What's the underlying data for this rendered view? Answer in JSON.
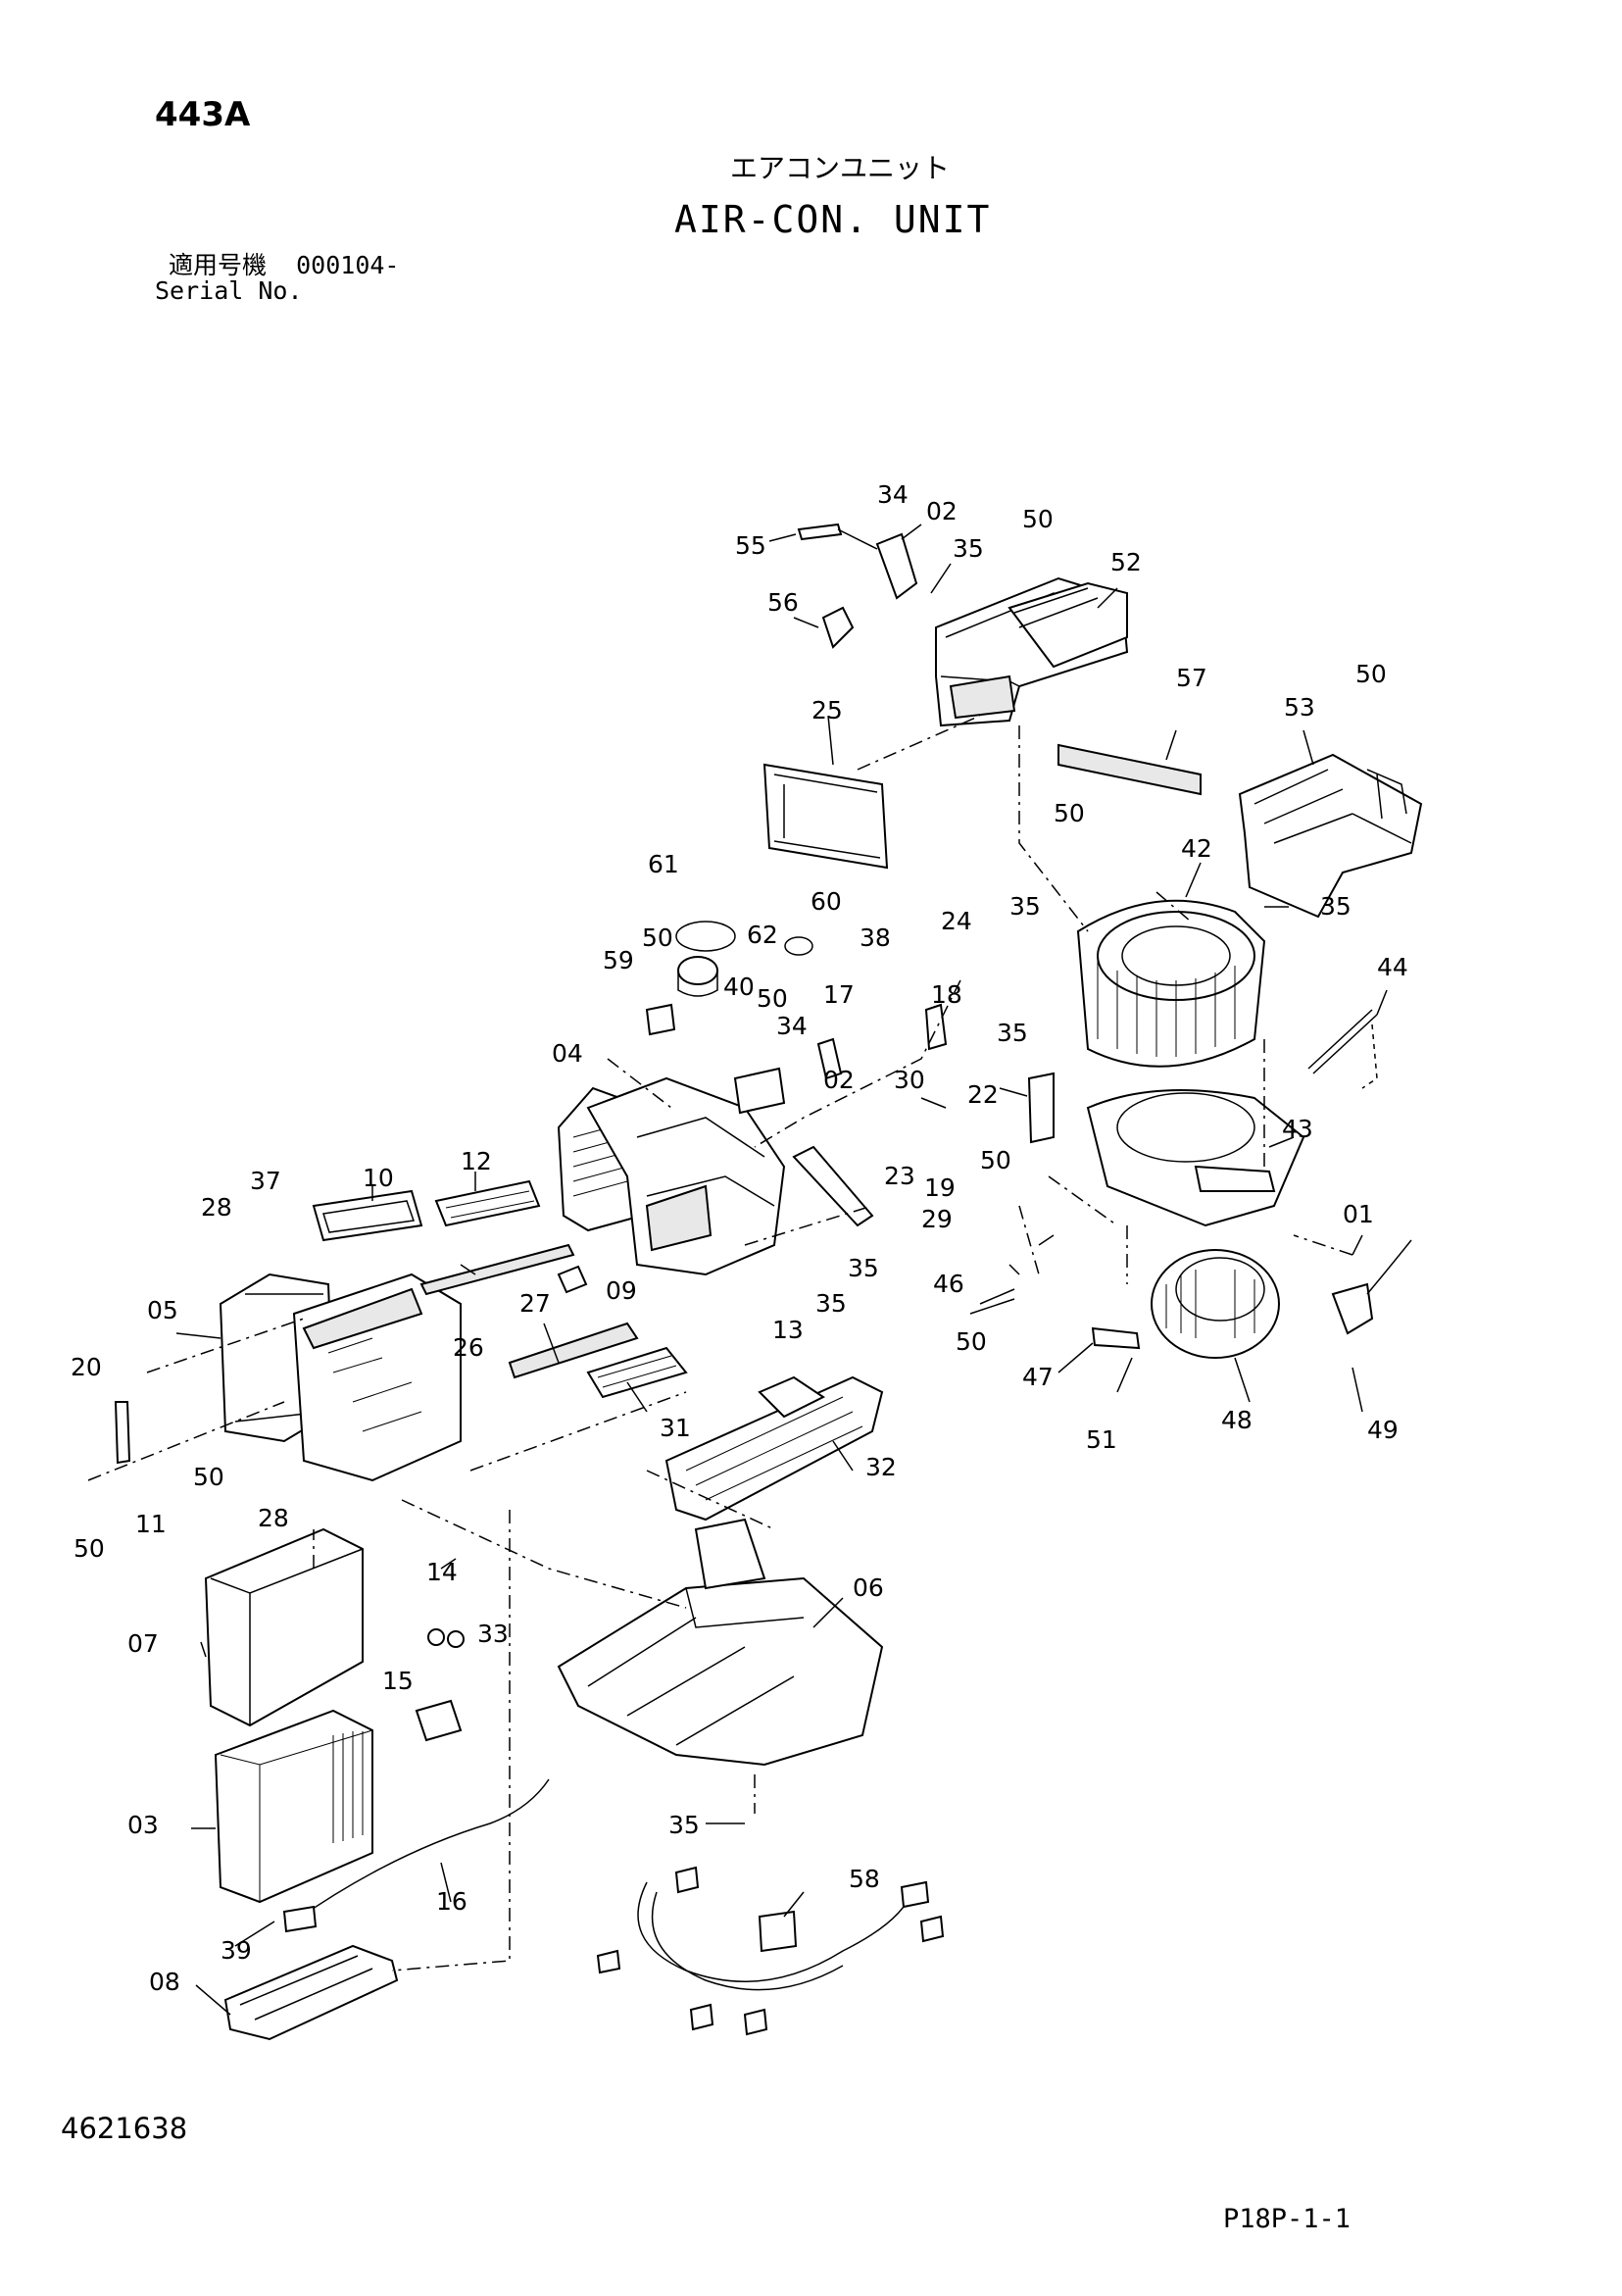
{
  "header": {
    "page_code": "443A",
    "title_jp": "エアコンユニット",
    "title_en": "AIR-CON. UNIT",
    "serial_label_jp": "適用号機",
    "serial_value": "000104-",
    "serial_label_en": "Serial No."
  },
  "footer": {
    "doc_number": "4621638",
    "page_ref": "P18P-1-1"
  },
  "parts": [
    "34",
    "02",
    "55",
    "35",
    "50",
    "52",
    "56",
    "57",
    "53",
    "50",
    "25",
    "50",
    "42",
    "35",
    "61",
    "60",
    "62",
    "38",
    "24",
    "35",
    "44",
    "50",
    "59",
    "40",
    "50",
    "17",
    "18",
    "34",
    "35",
    "04",
    "02",
    "30",
    "22",
    "43",
    "10",
    "12",
    "37",
    "28",
    "23",
    "19",
    "50",
    "29",
    "01",
    "35",
    "09",
    "46",
    "05",
    "27",
    "35",
    "26",
    "13",
    "50",
    "47",
    "48",
    "49",
    "51",
    "20",
    "31",
    "32",
    "50",
    "11",
    "28",
    "50",
    "14",
    "06",
    "33",
    "07",
    "15",
    "35",
    "03",
    "16",
    "58",
    "39",
    "08"
  ]
}
